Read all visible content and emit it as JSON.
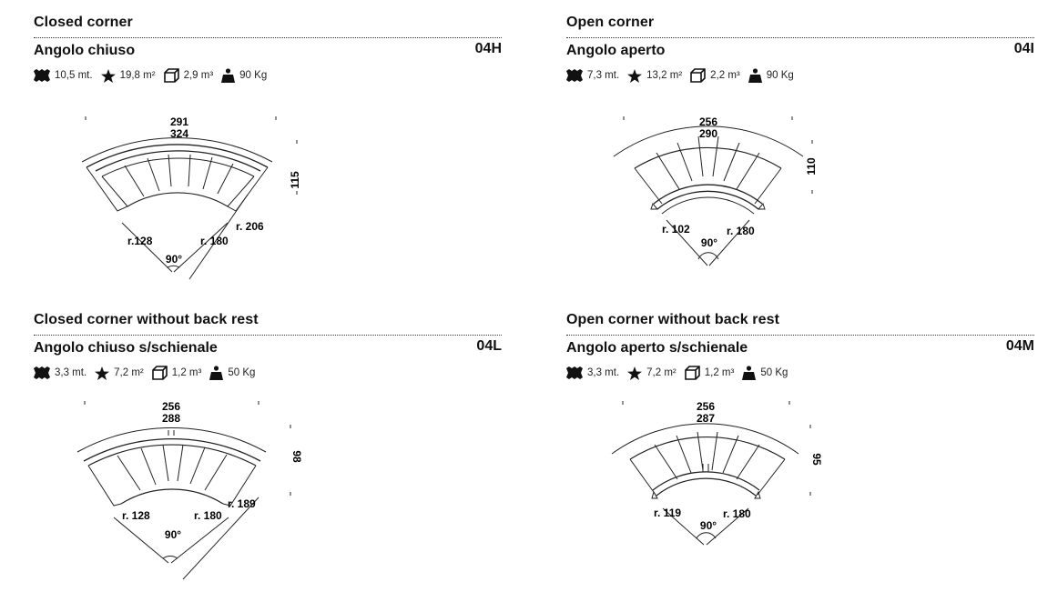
{
  "panels": [
    {
      "title_en": "Closed corner",
      "title_it": "Angolo chiuso",
      "code": "04H",
      "specs": {
        "length": "10,5 mt.",
        "area": "19,8 m²",
        "volume": "2,9 m³",
        "weight": "90 Kg"
      },
      "dims": {
        "inner": "291",
        "outer": "324",
        "depth": "115",
        "r_inner": "r.128",
        "r_mid": "r. 180",
        "r_outer": "r. 206",
        "angle": "90°"
      }
    },
    {
      "title_en": "Open corner",
      "title_it": "Angolo aperto",
      "code": "04I",
      "specs": {
        "length": "7,3 mt.",
        "area": "13,2 m²",
        "volume": "2,2 m³",
        "weight": "90 Kg"
      },
      "dims": {
        "inner": "256",
        "outer": "290",
        "depth": "110",
        "r_inner": "r. 102",
        "r_mid": "r. 180",
        "angle": "90°"
      }
    },
    {
      "title_en": "Closed corner without back rest",
      "title_it": "Angolo chiuso s/schienale",
      "code": "04L",
      "specs": {
        "length": "3,3 mt.",
        "area": "7,2 m²",
        "volume": "1,2 m³",
        "weight": "50 Kg"
      },
      "dims": {
        "inner": "256",
        "outer": "288",
        "depth": "98",
        "r_inner": "r. 128",
        "r_mid": "r. 180",
        "r_outer": "r. 189",
        "angle": "90°"
      }
    },
    {
      "title_en": "Open corner without back rest",
      "title_it": "Angolo aperto s/schienale",
      "code": "04M",
      "specs": {
        "length": "3,3 mt.",
        "area": "7,2 m²",
        "volume": "1,2 m³",
        "weight": "50 Kg"
      },
      "dims": {
        "inner": "256",
        "outer": "287",
        "depth": "95",
        "r_inner": "r. 119",
        "r_mid": "r. 180",
        "angle": "90°"
      }
    }
  ]
}
